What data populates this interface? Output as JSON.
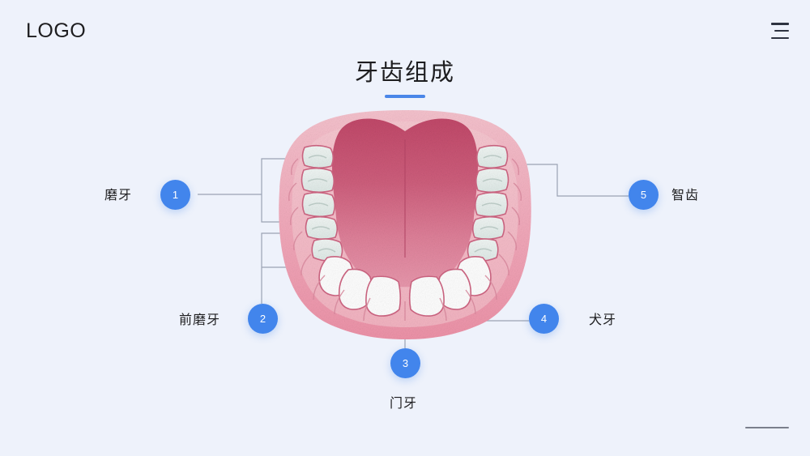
{
  "header": {
    "logo_text": "LOGO",
    "menu_icon": "hamburger-menu-icon"
  },
  "title": {
    "text": "牙齿组成",
    "accent_color": "#4a86e8"
  },
  "theme": {
    "background": "#eef2fb",
    "badge_color": "#4285ec",
    "badge_text_color": "#ffffff",
    "connector_color": "#9aa3b4",
    "text_color": "#1d1d1f",
    "gum_light": "#f4b9c6",
    "gum_mid": "#ef9fb2",
    "gum_outline": "#cf6683",
    "tongue_top": "#c8506f",
    "tongue_bottom": "#e28aa0",
    "tooth_white": "#ffffff",
    "tooth_molar": "#e9f0ee",
    "tooth_outline": "#cf6683"
  },
  "diagram": {
    "name": "lower-jaw-teeth-diagram",
    "callouts": [
      {
        "number": "1",
        "label": "磨牙"
      },
      {
        "number": "2",
        "label": "前磨牙"
      },
      {
        "number": "3",
        "label": "门牙"
      },
      {
        "number": "4",
        "label": "犬牙"
      },
      {
        "number": "5",
        "label": "智齿"
      }
    ]
  },
  "footer": {
    "decoration": "horizontal-rule"
  }
}
